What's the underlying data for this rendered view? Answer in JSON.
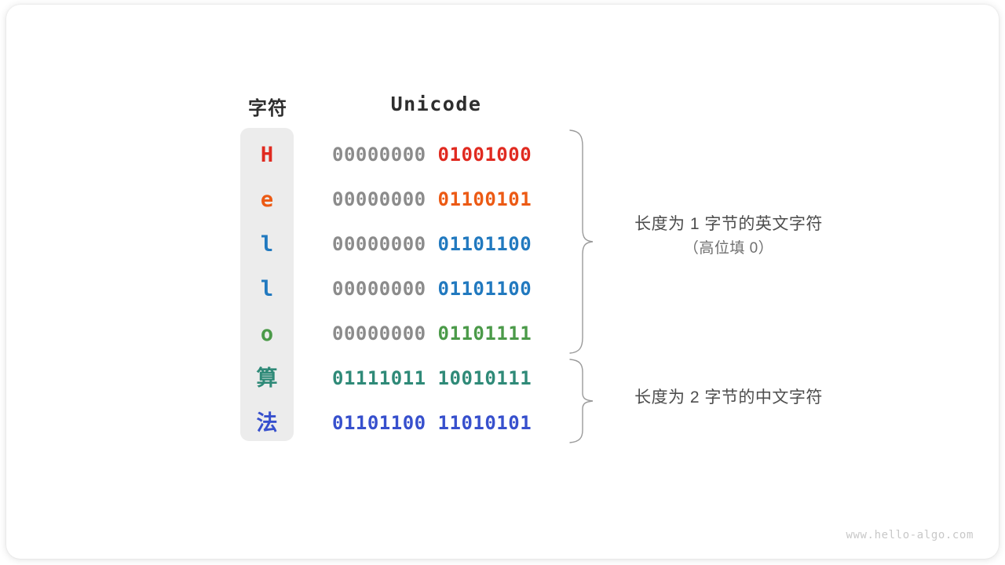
{
  "figure": {
    "title_hint": "Unicode encoding of characters",
    "headers": {
      "char": "字符",
      "unicode": "Unicode"
    },
    "rows": [
      {
        "char": "H",
        "high_byte": "00000000",
        "low_byte": "01001000",
        "color": "#e02a20",
        "cjk": false
      },
      {
        "char": "e",
        "high_byte": "00000000",
        "low_byte": "01100101",
        "color": "#ec5a14",
        "cjk": false
      },
      {
        "char": "l",
        "high_byte": "00000000",
        "low_byte": "01101100",
        "color": "#2179bf",
        "cjk": false
      },
      {
        "char": "l",
        "high_byte": "00000000",
        "low_byte": "01101100",
        "color": "#2179bf",
        "cjk": false
      },
      {
        "char": "o",
        "high_byte": "00000000",
        "low_byte": "01101111",
        "color": "#4b9a49",
        "cjk": false
      },
      {
        "char": "算",
        "high_byte": "01111011",
        "low_byte": "10010111",
        "color": "#2f8a78",
        "cjk": true
      },
      {
        "char": "法",
        "high_byte": "01101100",
        "low_byte": "11010101",
        "color": "#3750cd",
        "cjk": true
      }
    ],
    "groups": [
      {
        "label_line1": "长度为 1 字节的英文字符",
        "label_line2": "（高位填 0）",
        "rows": "0-4"
      },
      {
        "label_line1": "长度为 2 字节的中文字符",
        "label_line2": "",
        "rows": "5-6"
      }
    ],
    "pad_color": "#8b8b8b",
    "brace_color": "#9a9a9a",
    "column_background": "#ececec",
    "watermark": "www.hello-algo.com"
  }
}
